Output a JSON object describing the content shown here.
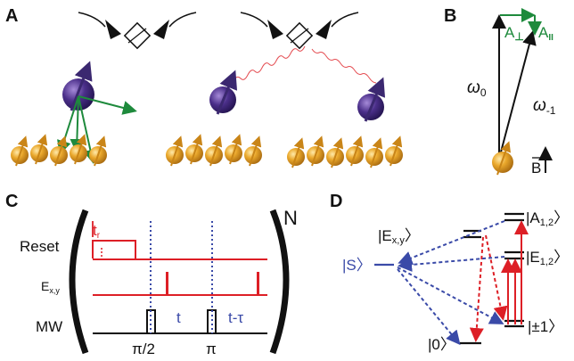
{
  "panels": {
    "a": {
      "label": "A"
    },
    "b": {
      "label": "B",
      "a_perp": "A",
      "a_perp_sub": "⊥",
      "a_par": "A",
      "a_par_sub": "II",
      "omega0": "ω",
      "omega0_sub": "0",
      "omega_m1": "ω",
      "omega_m1_sub": "-1",
      "b_field": "B"
    },
    "c": {
      "label": "C",
      "row_reset": "Reset",
      "row_exy": "E",
      "row_exy_sub": "x,y",
      "row_mw": "MW",
      "t_r": "t",
      "t_r_sub": "r",
      "pi_half": "π/2",
      "pi": "π",
      "t": "t",
      "t_minus_tau": "t-τ",
      "repeat": "N"
    },
    "d": {
      "label": "D",
      "level_exy": "|E",
      "level_exy_sub": "x,y",
      "level_exy_close": "〉",
      "level_s": "|S〉",
      "level_zero": "|0〉",
      "level_a12": "|A",
      "level_a12_sub": "1,2",
      "level_a12_close": "〉",
      "level_e12": "|E",
      "level_e12_sub": "1,2",
      "level_e12_close": "〉",
      "level_pm1": "|±1〉"
    }
  },
  "colors": {
    "purple": "#3b2870",
    "orange": "#e0a020",
    "green": "#1e8a3c",
    "red": "#dd1f26",
    "blue": "#3a4aa8"
  }
}
